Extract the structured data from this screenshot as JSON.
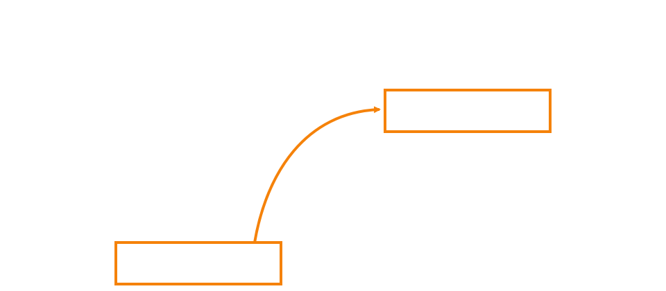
{
  "diagram": {
    "accent_color": "#f5820a",
    "background_color": "#ffffff",
    "nodes": [
      {
        "id": "source",
        "label": ""
      },
      {
        "id": "target",
        "label": ""
      }
    ],
    "edges": [
      {
        "from": "source",
        "to": "target",
        "style": "curved",
        "arrowhead": "filled-triangle"
      }
    ]
  }
}
